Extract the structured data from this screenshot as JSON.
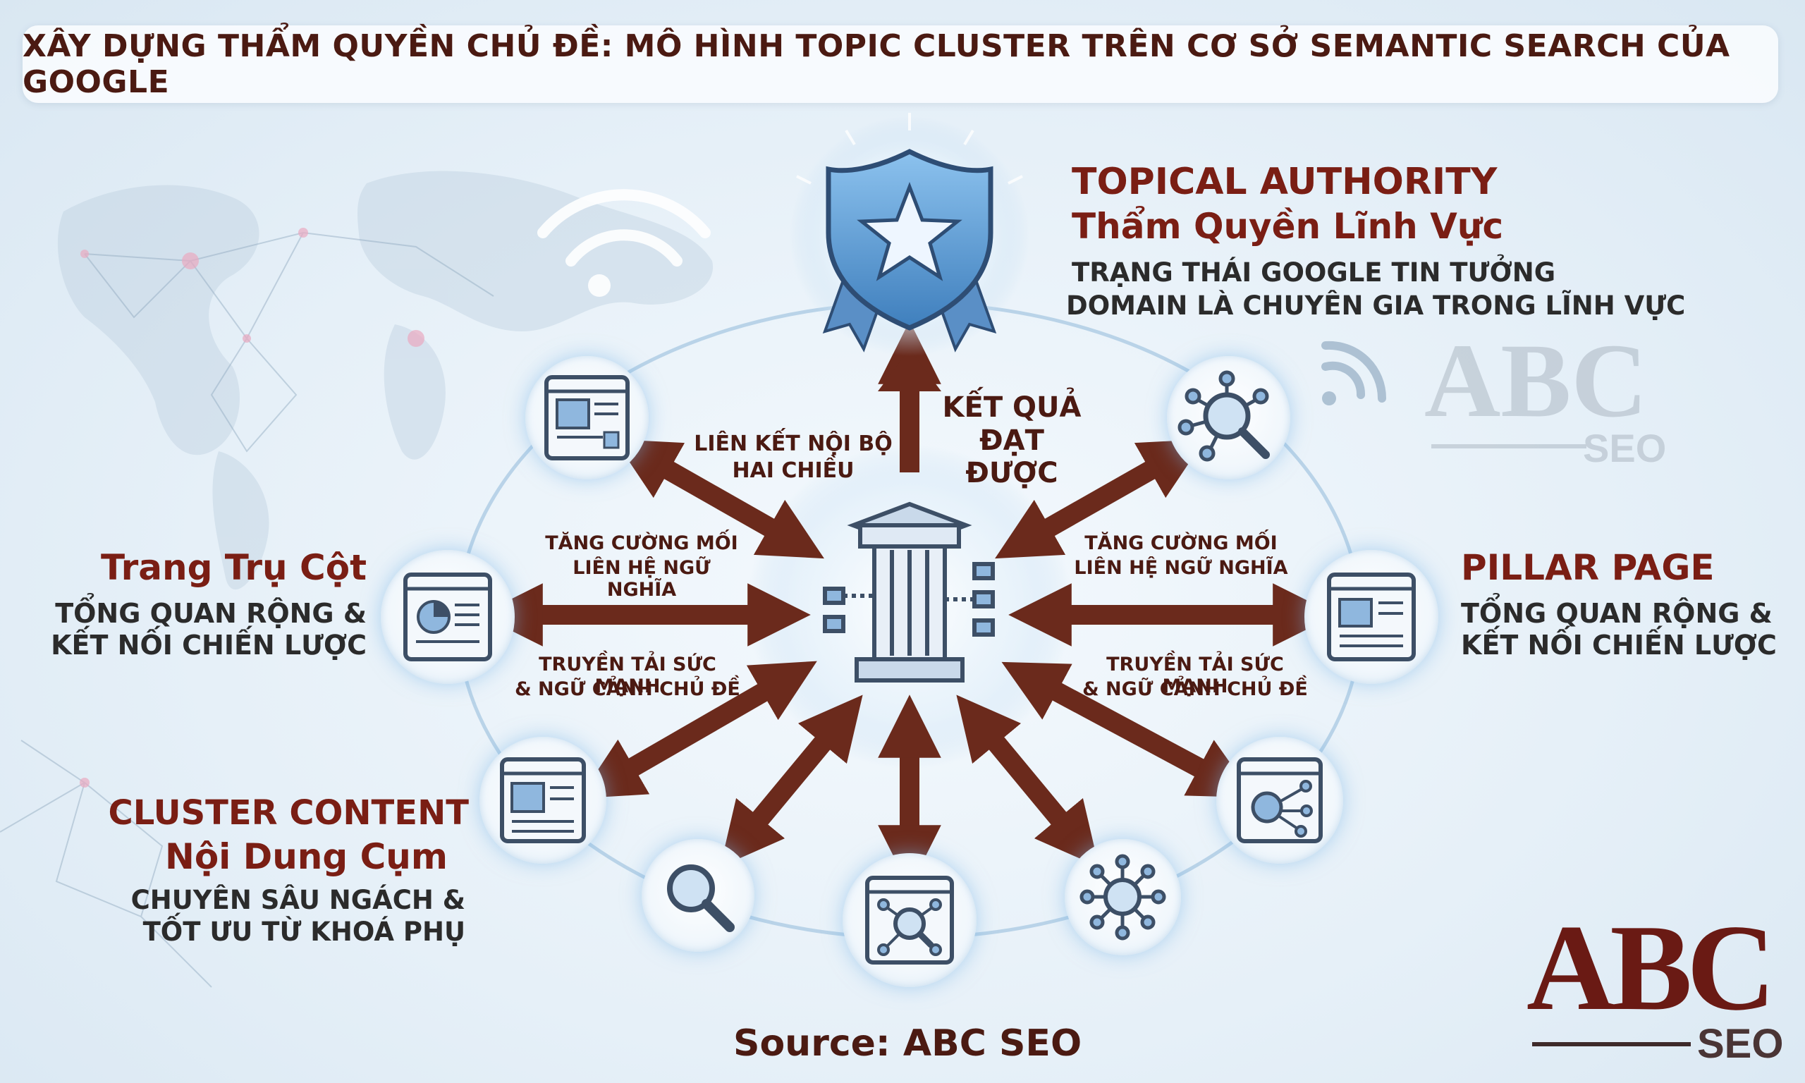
{
  "title": "XÂY DỰNG THẨM QUYỀN CHỦ ĐỀ: MÔ HÌNH TOPIC CLUSTER TRÊN CƠ SỞ SEMANTIC SEARCH CỦA GOOGLE",
  "topical_authority": {
    "heading_en": "TOPICAL AUTHORITY",
    "heading_vi": "Thẩm Quyền Lĩnh Vực",
    "desc_line1": "TRẠNG THÁI GOOGLE TIN TƯỞNG",
    "desc_line2": "DOMAIN LÀ CHUYÊN GIA TRONG LĨNH VỰC"
  },
  "pillar_left": {
    "heading": "Trang Trụ Cột",
    "desc_line1": "TỔNG QUAN RỘNG &",
    "desc_line2": "KẾT NỐI CHIẾN LƯỢC"
  },
  "pillar_right": {
    "heading": "PILLAR PAGE",
    "desc_line1": "TỔNG QUAN RỘNG &",
    "desc_line2": "KẾT NỐI CHIẾN LƯỢC"
  },
  "cluster_content": {
    "heading_en": "CLUSTER CONTENT",
    "heading_vi": "Nội Dung Cụm",
    "desc_line1": "CHUYÊN SÂU NGÁCH &",
    "desc_line2": "TỐT ƯU TỪ KHOÁ PHỤ"
  },
  "arrow_labels": {
    "result_line1": "KẾT QUẢ",
    "result_line2": "ĐẠT ĐƯỢC",
    "internal_line1": "LIÊN KẾT NỘI BỘ",
    "internal_line2": "HAI CHIỀU",
    "semantic_left_line1": "TĂNG CƯỜNG MỐI",
    "semantic_left_line2": "LIÊN HỆ NGỮ NGHĨA",
    "semantic_right_line1": "TĂNG CƯỜNG MỐI",
    "semantic_right_line2": "LIÊN HỆ NGỮ NGHĨA",
    "power_left_line1": "TRUYỀN TẢI SỨC MẠNH",
    "power_left_line2": "& NGỮ CẢNH CHỦ ĐỀ",
    "power_right_line1": "TRUYỀN TẢI SỨC MẠNH",
    "power_right_line2": "& NGỮ CẢNH CHỦ ĐỀ"
  },
  "source": "Source: ABC SEO",
  "logo": {
    "main": "ABC",
    "sub": "SEO"
  },
  "colors": {
    "arrow": "#6b2a1c",
    "heading": "#7a1e14",
    "ring": "#b9d3e8",
    "icon_stroke": "#3d4f66",
    "icon_fill": "#8fb7de"
  },
  "icons": [
    "shield-star-icon",
    "webpage-icon",
    "magnifier-network-icon",
    "pillar-icon",
    "pie-page-icon",
    "webpage-icon",
    "magnifier-icon",
    "search-page-icon",
    "network-node-icon",
    "chart-page-icon",
    "world-map-icon",
    "wifi-icon"
  ]
}
